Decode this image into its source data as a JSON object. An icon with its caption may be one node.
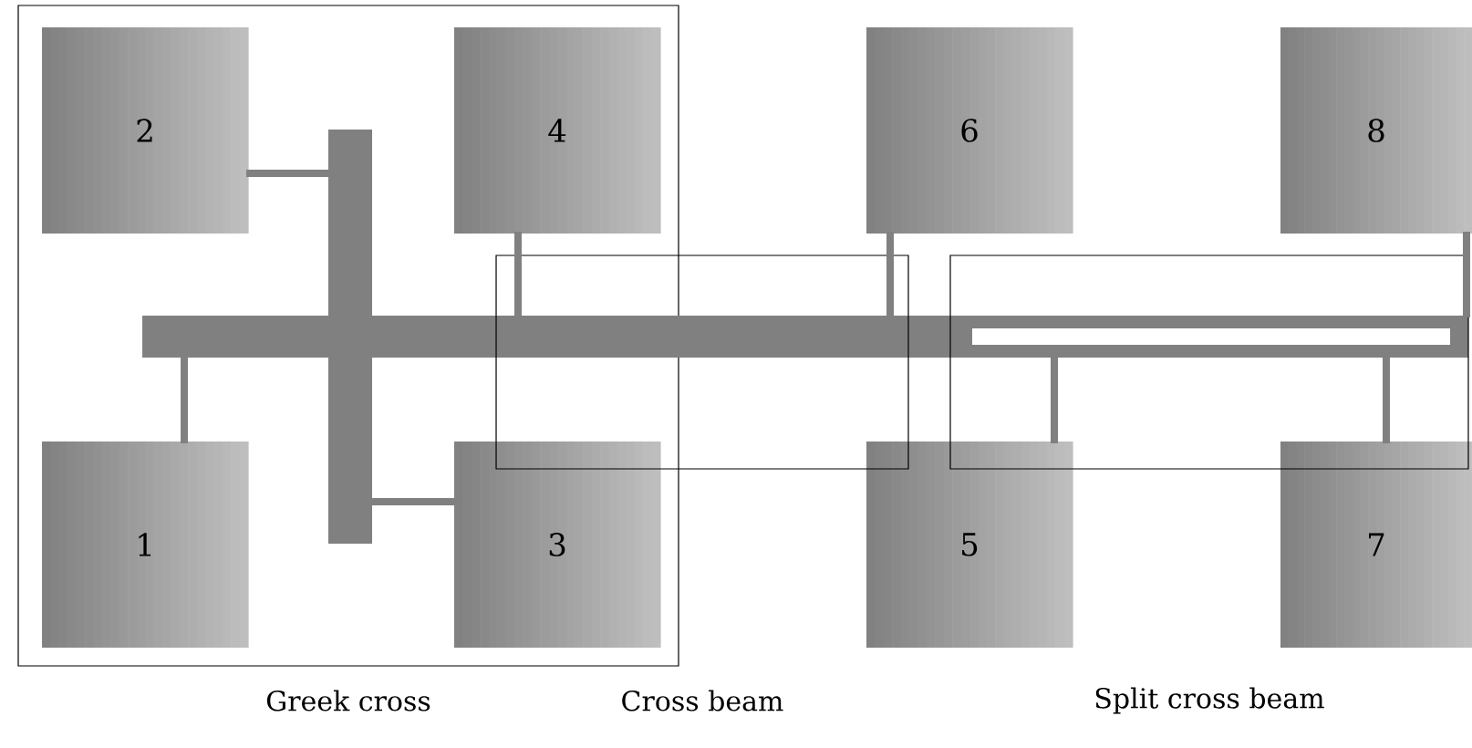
{
  "diagram": {
    "nodes": [
      {
        "text": [
          "Greek cross"
        ]
      },
      {
        "text": [
          "1"
        ],
        "in": 0
      },
      {
        "text": [
          "2"
        ],
        "in": 0
      },
      {
        "text": [
          "3"
        ],
        "in": 0
      },
      {
        "text": [
          "4"
        ],
        "in": 0
      },
      {
        "text": [
          "5"
        ]
      },
      {
        "text": [
          "6"
        ]
      },
      {
        "text": [
          "7"
        ]
      },
      {
        "text": [
          "8"
        ]
      },
      {
        "text": [],
        "shape": "bar"
      },
      {
        "text": [],
        "shape": "bar",
        "in": 0
      }
    ],
    "edges": [
      {
        "from": 1,
        "to": 9,
        "arrow": "none"
      },
      {
        "from": 2,
        "to": 10,
        "arrow": "none"
      },
      {
        "from": 3,
        "to": 10,
        "arrow": "none"
      },
      {
        "from": 4,
        "to": 9,
        "arrow": "none"
      },
      {
        "from": 5,
        "to": 9,
        "arrow": "none"
      },
      {
        "from": 6,
        "to": 9,
        "arrow": "none"
      },
      {
        "from": 7,
        "to": 9,
        "arrow": "none"
      },
      {
        "from": 8,
        "to": 9,
        "arrow": "none"
      }
    ],
    "labels": [
      "Cross beam",
      "Split cross beam"
    ]
  }
}
